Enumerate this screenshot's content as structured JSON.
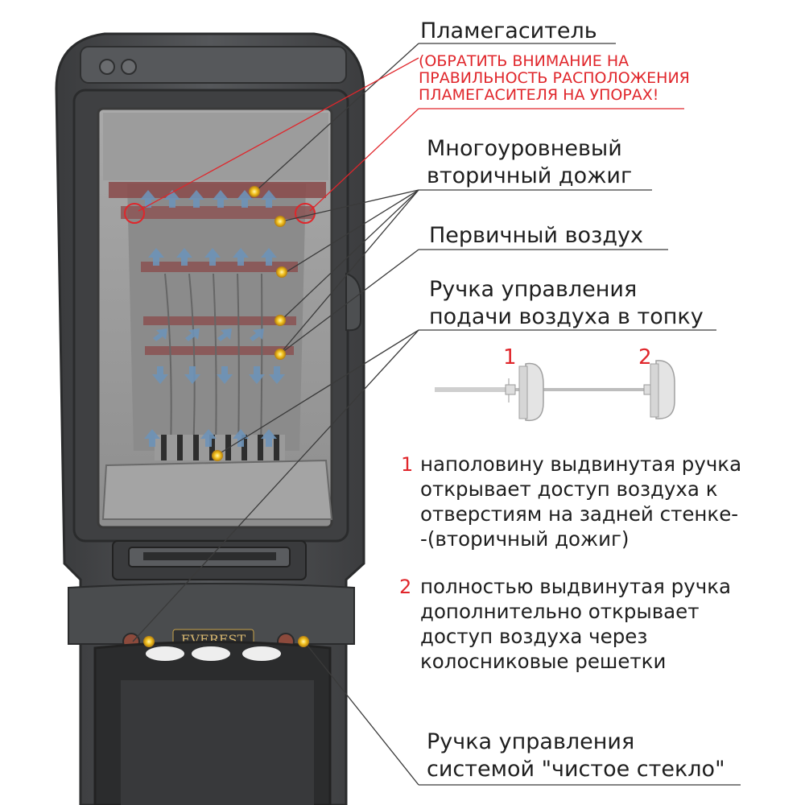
{
  "labels": {
    "flame_arrester": "Пламегаситель",
    "warning": [
      "(ОБРАТИТЬ ВНИМАНИЕ НА",
      "ПРАВИЛЬНОСТЬ РАСПОЛОЖЕНИЯ",
      "ПЛАМЕГАСИТЕЛЯ НА УПОРАХ!"
    ],
    "secondary_burn": [
      "Многоуровневый",
      "вторичный дожиг"
    ],
    "primary_air": "Первичный воздух",
    "air_handle": [
      "Ручка управления",
      "подачи воздуха в топку"
    ],
    "clean_glass_handle": [
      "Ручка управления",
      "системой \"чистое стекло\""
    ]
  },
  "handle_positions": {
    "pos1": "1",
    "pos2": "2"
  },
  "notes": [
    {
      "num": "1",
      "lines": [
        "наполовину выдвинутая ручка",
        "открывает доступ воздуха к",
        "отверстиям на задней стенке-",
        "-(вторичный дожиг)"
      ]
    },
    {
      "num": "2",
      "lines": [
        "полностью выдвинутая ручка",
        "дополнительно открывает",
        "доступ воздуха через",
        "колосниковые решетки"
      ]
    }
  ],
  "brand": "EVEREST",
  "colors": {
    "accent_red": "#e0262b",
    "stove_dark": "#4a4b4d",
    "air_arrow": "#6e93b8",
    "marker": "#f0c020"
  }
}
